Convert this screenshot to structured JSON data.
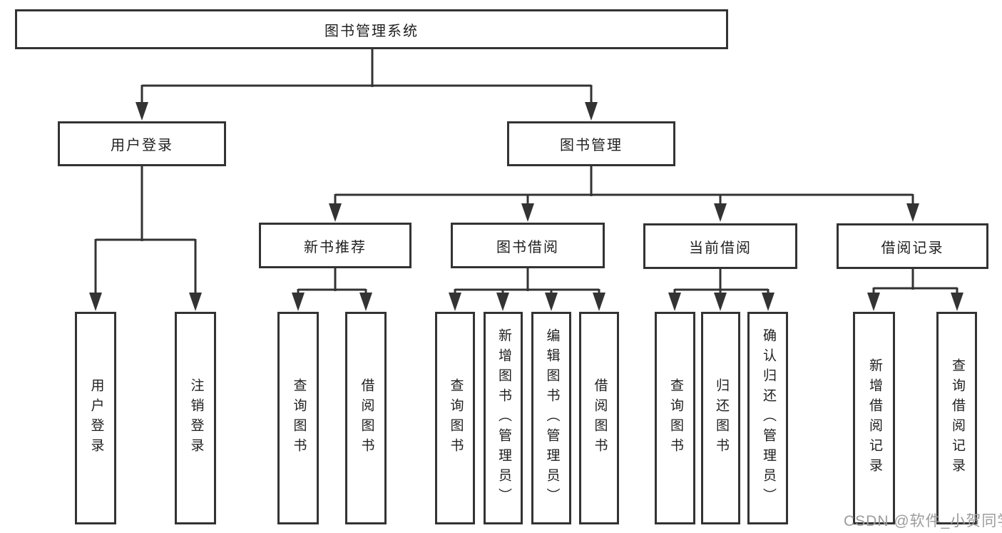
{
  "nodes": {
    "root": "图书管理系统",
    "user_login": "用户登录",
    "book_management": "图书管理",
    "new_book_recommend": "新书推荐",
    "book_borrow": "图书借阅",
    "current_borrow": "当前借阅",
    "borrow_record": "借阅记录",
    "leaf_user_login": "用户登录",
    "leaf_logout_login": "注销登录",
    "leaf_query_book_recommend": "查询图书",
    "leaf_borrow_book_recommend": "借阅图书",
    "leaf_query_book_borrow": "查询图书",
    "leaf_add_book_admin": "新增图书（管理员）",
    "leaf_edit_book_admin": "编辑图书（管理员）",
    "leaf_borrow_book_borrow": "借阅图书",
    "leaf_query_book_current": "查询图书",
    "leaf_return_book": "归还图书",
    "leaf_confirm_return_admin": "确认归还（管理员）",
    "leaf_add_borrow_record": "新增借阅记录",
    "leaf_query_borrow_record": "查询借阅记录"
  },
  "structure": {
    "图书管理系统": [
      "用户登录",
      "图书管理"
    ],
    "用户登录": [
      "用户登录",
      "注销登录"
    ],
    "图书管理": [
      "新书推荐",
      "图书借阅",
      "当前借阅",
      "借阅记录"
    ],
    "新书推荐": [
      "查询图书",
      "借阅图书"
    ],
    "图书借阅": [
      "查询图书",
      "新增图书（管理员）",
      "编辑图书（管理员）",
      "借阅图书"
    ],
    "当前借阅": [
      "查询图书",
      "归还图书",
      "确认归还（管理员）"
    ],
    "借阅记录": [
      "新增借阅记录",
      "查询借阅记录"
    ]
  },
  "watermark": {
    "text": "CSDN @软件_小贺同学"
  },
  "colors": {
    "line": "#333333",
    "box_border": "#333333",
    "box_fill": "#ffffff",
    "text": "#1f1f1f",
    "watermark": "#9c9c9c",
    "background": "#ffffff"
  }
}
